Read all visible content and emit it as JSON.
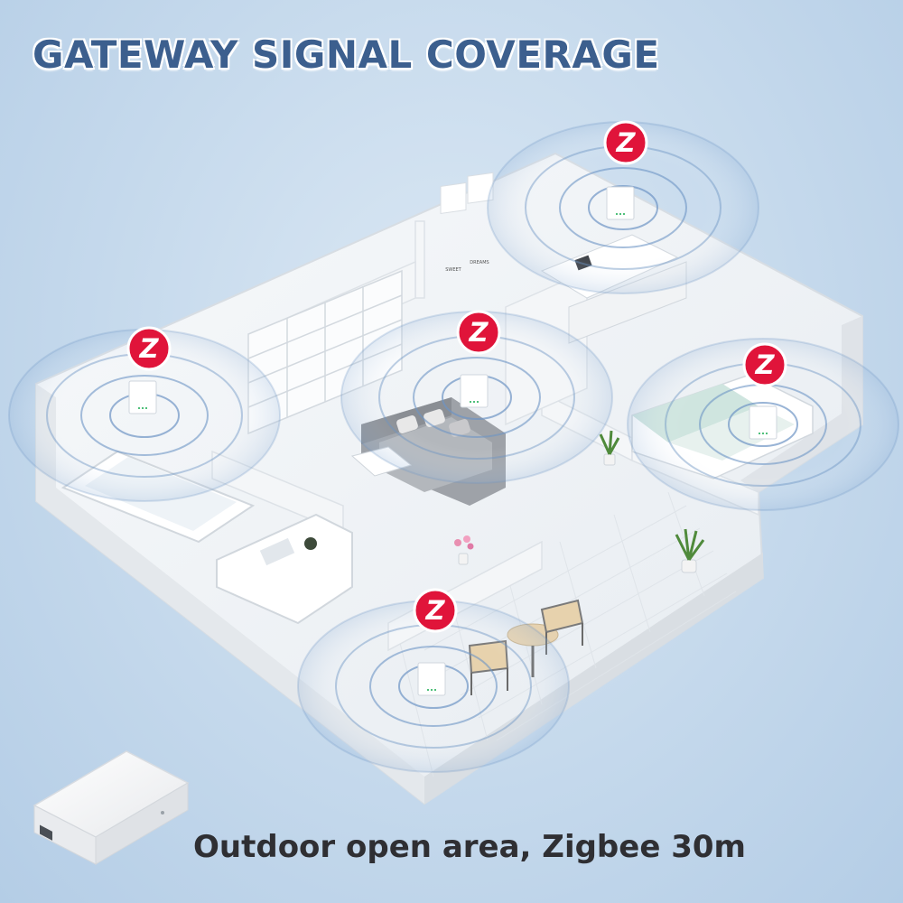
{
  "heading": "GATEWAY SIGNAL COVERAGE",
  "caption": "Outdoor open area, Zigbee 30m",
  "zigbee_badge": {
    "letter": "Z",
    "color": "#e0143a"
  },
  "wall_art": {
    "left_text": "SWEET",
    "right_text": "DREAMS"
  },
  "colors": {
    "background": "#c5d9ec",
    "title": "#3c5f8e",
    "signal_ring": "#6d94c4",
    "caption": "#2f2f33"
  },
  "icons": [
    "zigbee-logo-icon",
    "gateway-device-icon",
    "signal-ring-icon"
  ]
}
